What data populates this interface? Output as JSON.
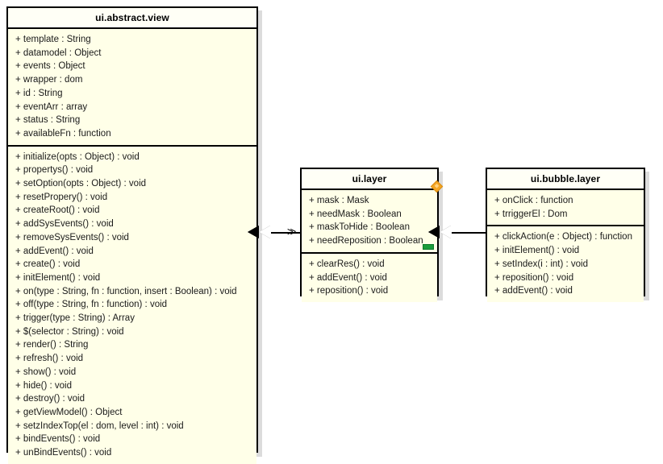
{
  "diagram": {
    "kind": "uml-class-diagram",
    "background_color": "#ffffff",
    "box_fill_color": "#ffffe8",
    "box_header_color": "#fffff6",
    "box_border_color": "#000000",
    "shadow_color": "#dcdcdc",
    "handle_diamond_color": "#f5a623",
    "handle_bar_color": "#1a9c3c"
  },
  "classes": [
    {
      "id": "abstract-view",
      "name": "ui.abstract.view",
      "attributes": [
        "+ template : String",
        "+ datamodel : Object",
        "+ events : Object",
        "+ wrapper : dom",
        "+ id : String",
        "+ eventArr : array",
        "+ status : String",
        "+ availableFn : function"
      ],
      "methods": [
        "+ initialize(opts : Object) : void",
        "+ propertys() : void",
        "+ setOption(opts : Object) : void",
        "+ resetPropery() : void",
        "+ createRoot() : void",
        "+ addSysEvents() : void",
        "+ removeSysEvents() : void",
        "+ addEvent() : void",
        "+ create() : void",
        "+ initElement() : void",
        "+ on(type : String, fn : function, insert : Boolean) : void",
        "+ off(type : String, fn : function) : void",
        "+ trigger(type : String) : Array",
        "+ $(selector : String) : void",
        "+ render() : String",
        "+ refresh() : void",
        "+ show() : void",
        "+ hide() : void",
        "+ destroy() : void",
        "+ getViewModel() : Object",
        "+ setzIndexTop(el : dom, level : int) : void",
        "+ bindEvents() : void",
        "+ unBindEvents() : void"
      ]
    },
    {
      "id": "layer",
      "name": "ui.layer",
      "attributes": [
        "+ mask : Mask",
        "+ needMask : Boolean",
        "+ maskToHide : Boolean",
        "+ needReposition : Boolean"
      ],
      "methods": [
        "+ clearRes() : void",
        "+ addEvent() : void",
        "+ reposition() : void"
      ]
    },
    {
      "id": "bubble-layer",
      "name": "ui.bubble.layer",
      "attributes": [
        "+ onClick : function",
        "+ trriggerEl : Dom"
      ],
      "methods": [
        "+ clickAction(e : Object) : function",
        "+ initElement() : void",
        "+ setIndex(i : int) : void",
        "+ reposition() : void",
        "+ addEvent() : void"
      ]
    }
  ],
  "relationships": [
    {
      "id": "layer-extends-abstract-view",
      "type": "generalization",
      "source": "ui.layer",
      "target": "ui.abstract.view",
      "marker": ">>"
    },
    {
      "id": "bubble-extends-layer",
      "type": "generalization",
      "source": "ui.bubble.layer",
      "target": "ui.layer",
      "marker": ""
    }
  ],
  "handles": [
    {
      "id": "handle-anchor-diamond",
      "shape": "diamond",
      "color": "#f5a623"
    },
    {
      "id": "handle-anchor-bar",
      "shape": "bar",
      "color": "#1a9c3c"
    }
  ]
}
